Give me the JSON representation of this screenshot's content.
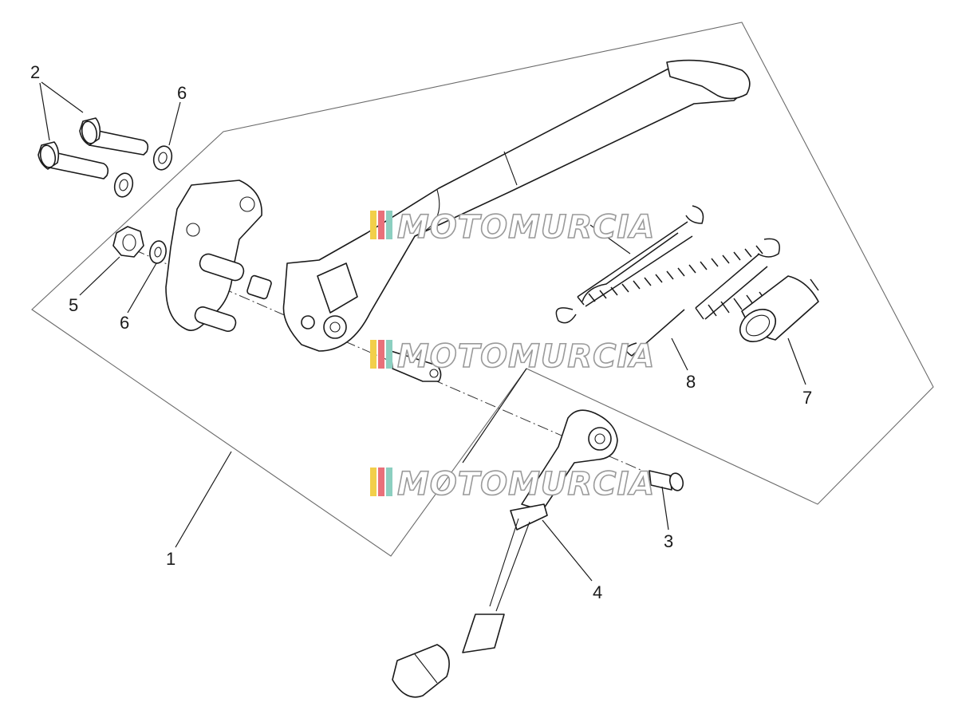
{
  "watermark": {
    "brand": "MOTOMURCIA",
    "stripe_colors": [
      "#f2cf4a",
      "#e9707a",
      "#8ccfc0"
    ]
  },
  "callouts": [
    {
      "id": "1",
      "label": "1"
    },
    {
      "id": "2",
      "label": "2"
    },
    {
      "id": "3",
      "label": "3"
    },
    {
      "id": "4",
      "label": "4"
    },
    {
      "id": "5",
      "label": "5"
    },
    {
      "id": "6a",
      "label": "6"
    },
    {
      "id": "6b",
      "label": "6"
    },
    {
      "id": "7",
      "label": "7"
    },
    {
      "id": "8",
      "label": "8"
    }
  ]
}
